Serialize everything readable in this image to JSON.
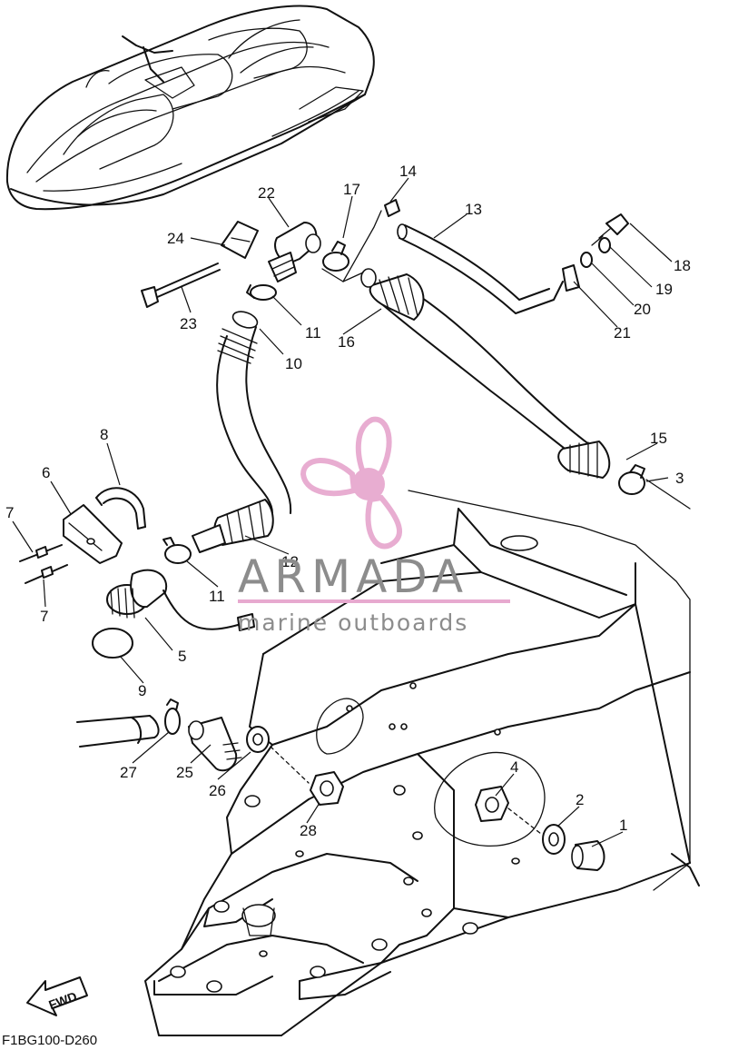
{
  "callouts": [
    {
      "id": "1",
      "text": "1"
    },
    {
      "id": "2",
      "text": "2"
    },
    {
      "id": "3",
      "text": "3"
    },
    {
      "id": "4",
      "text": "4"
    },
    {
      "id": "5",
      "text": "5"
    },
    {
      "id": "6",
      "text": "6"
    },
    {
      "id": "7a",
      "text": "7"
    },
    {
      "id": "7b",
      "text": "7"
    },
    {
      "id": "8",
      "text": "8"
    },
    {
      "id": "9",
      "text": "9"
    },
    {
      "id": "10",
      "text": "10"
    },
    {
      "id": "11a",
      "text": "11"
    },
    {
      "id": "11b",
      "text": "11"
    },
    {
      "id": "12",
      "text": "12"
    },
    {
      "id": "13",
      "text": "13"
    },
    {
      "id": "14",
      "text": "14"
    },
    {
      "id": "15",
      "text": "15"
    },
    {
      "id": "16",
      "text": "16"
    },
    {
      "id": "17",
      "text": "17"
    },
    {
      "id": "18",
      "text": "18"
    },
    {
      "id": "19",
      "text": "19"
    },
    {
      "id": "20",
      "text": "20"
    },
    {
      "id": "21",
      "text": "21"
    },
    {
      "id": "22",
      "text": "22"
    },
    {
      "id": "23",
      "text": "23"
    },
    {
      "id": "24",
      "text": "24"
    },
    {
      "id": "25",
      "text": "25"
    },
    {
      "id": "26",
      "text": "26"
    },
    {
      "id": "27",
      "text": "27"
    },
    {
      "id": "28",
      "text": "28"
    }
  ],
  "direction_label": "FWD",
  "diagram_code": "F1BG100-D260",
  "watermark": {
    "brand": "ARMADA",
    "tagline": "marine outboards",
    "accent_color": "#e7a9cf",
    "text_color": "#8c8c8c"
  }
}
